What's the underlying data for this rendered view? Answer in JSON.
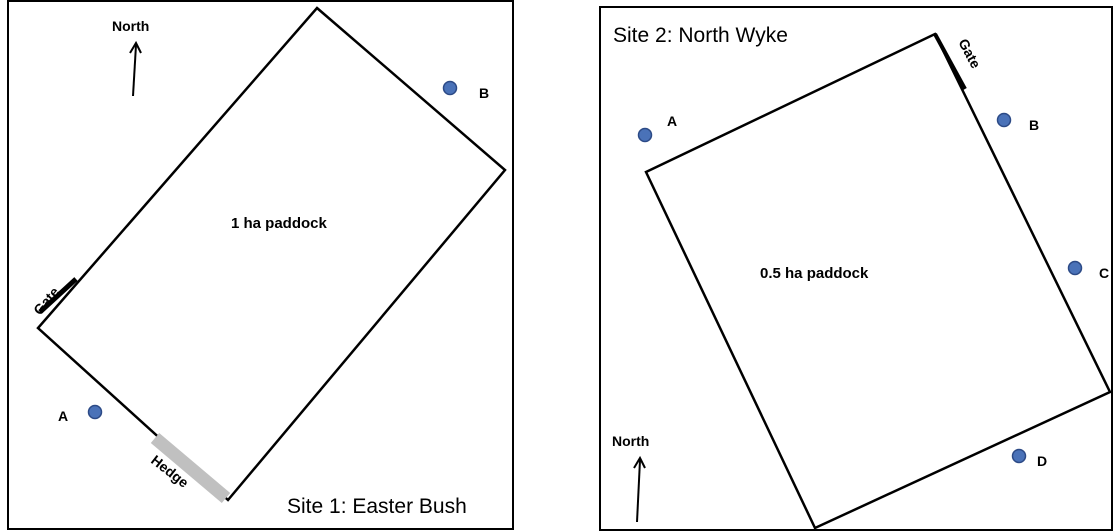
{
  "colors": {
    "point_fill": "#4a72b8",
    "point_stroke": "#2c4a86",
    "hedge": "#c0c0c0",
    "outline": "#000000"
  },
  "site1": {
    "title": "Site 1: Easter Bush",
    "paddock_label": "1 ha paddock",
    "north_label": "North",
    "gate_label": "Gate",
    "hedge_label": "Hedge",
    "points": {
      "a": "A",
      "b": "B"
    }
  },
  "site2": {
    "title": "Site 2: North Wyke",
    "paddock_label": "0.5 ha paddock",
    "north_label": "North",
    "gate_label": "Gate",
    "points": {
      "a": "A",
      "b": "B",
      "c": "C",
      "d": "D"
    }
  }
}
